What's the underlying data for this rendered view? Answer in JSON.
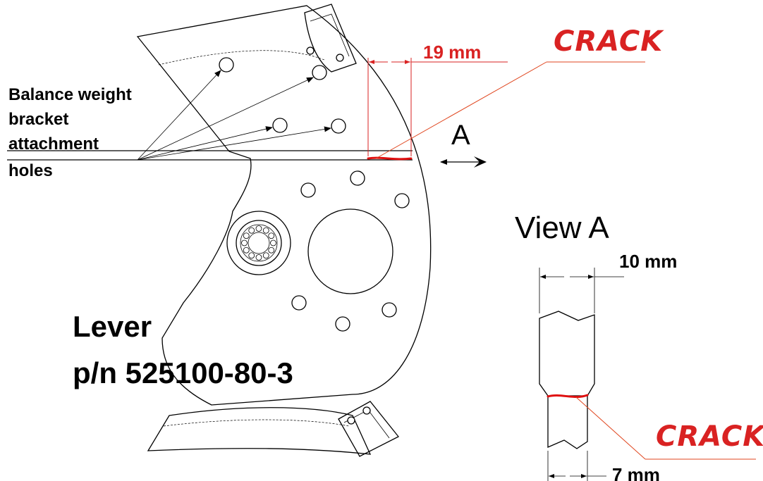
{
  "labels": {
    "holes_label": [
      "Balance weight",
      "bracket",
      "attachment",
      "holes"
    ],
    "lever_title": "Lever",
    "part_number": "p/n 525100-80-3",
    "crack_top": "CRACK",
    "crack_bottom": "CRACK",
    "dim_19": "19 mm",
    "dim_10": "10 mm",
    "dim_7": "7 mm",
    "view_arrow": "A",
    "view_title": "View A"
  },
  "colors": {
    "crack_red": "#d92222",
    "leader_orange": "#e0461f",
    "line": "#000000"
  }
}
